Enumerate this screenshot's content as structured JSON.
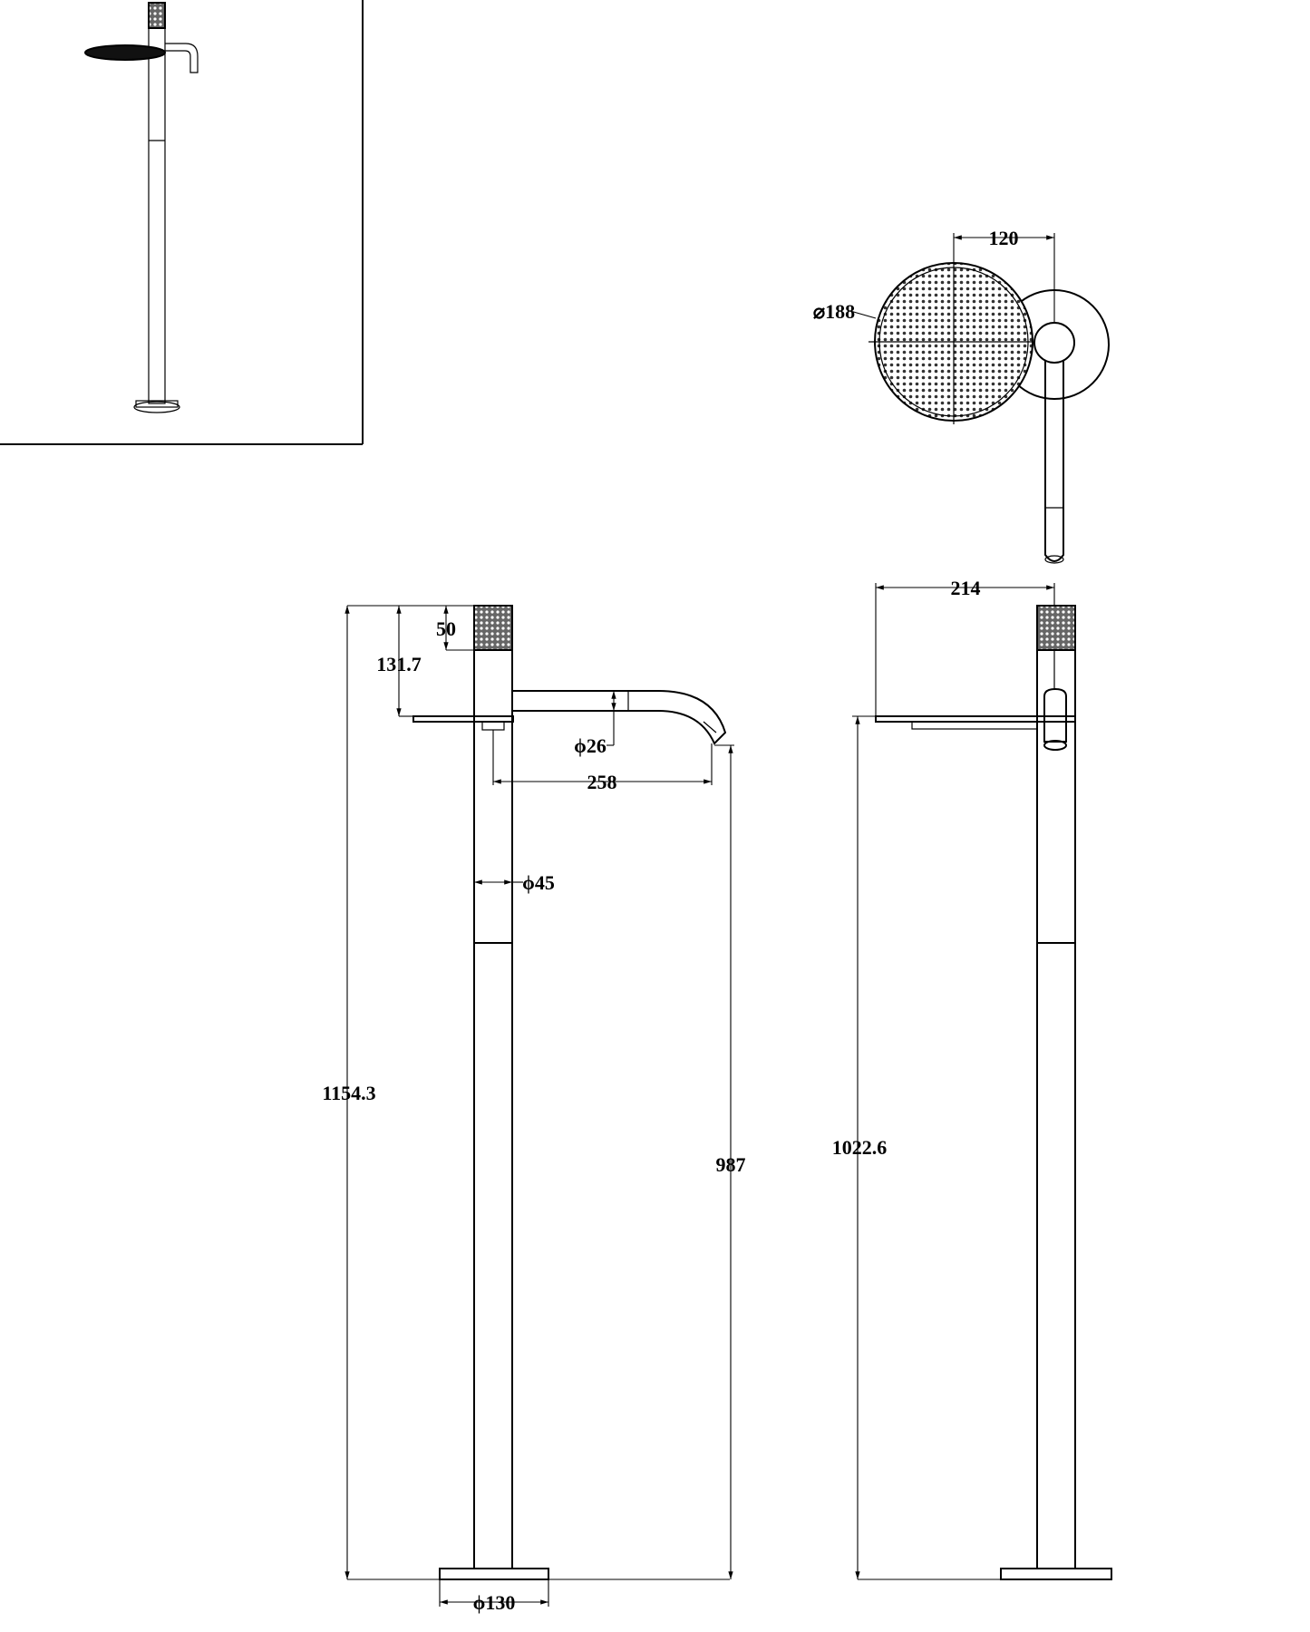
{
  "dimensions": {
    "front_top_to_handle": "50",
    "front_top_to_spout": "131.7",
    "spout_diameter": "ϕ26",
    "spout_reach": "258",
    "body_diameter": "ϕ45",
    "overall_height": "1154.3",
    "spout_height": "987",
    "base_diameter": "ϕ130",
    "plan_offset": "120",
    "plan_head_diameter": "⌀188",
    "side_head_width": "214",
    "side_head_height": "1022.6"
  }
}
